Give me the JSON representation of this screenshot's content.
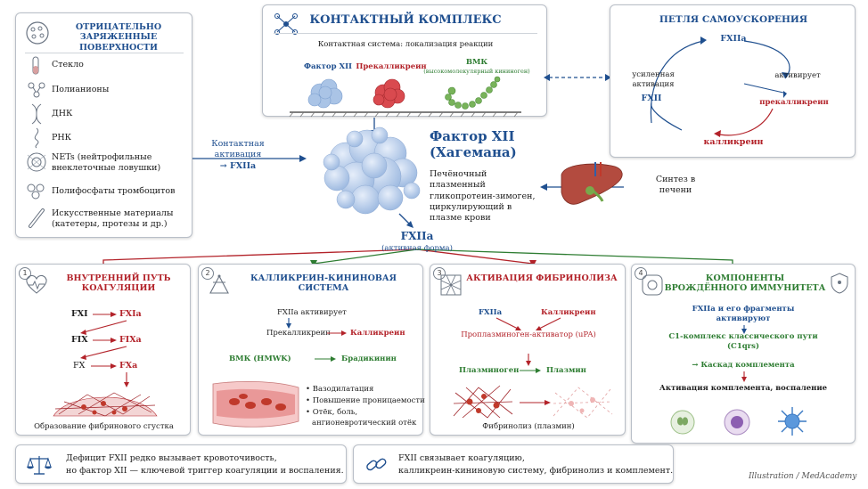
{
  "surfaces": {
    "title": "ОТРИЦАТЕЛЬНО ЗАРЯЖЕННЫЕ ПОВЕРХНОСТИ",
    "items": [
      {
        "label": "Стекло",
        "icon": "test-tube-icon"
      },
      {
        "label": "Полианионы",
        "icon": "molecule-icon"
      },
      {
        "label": "ДНК",
        "icon": "dna-icon"
      },
      {
        "label": "РНК",
        "icon": "rna-icon"
      },
      {
        "label": "NETs (нейтрофильные внеклеточные ловушки)",
        "icon": "net-cell-icon"
      },
      {
        "label": "Полифосфаты тромбоцитов",
        "icon": "platelet-icon"
      },
      {
        "label": "Искусственные материалы (катетеры, протезы и др.)",
        "icon": "catheter-icon"
      }
    ]
  },
  "contact_complex": {
    "title": "КОНТАКТНЫЙ КОМПЛЕКС",
    "subtitle": "Контактная система: локализация реакции",
    "proteins": [
      {
        "label": "Фактор XII",
        "color": "#1f4f8f"
      },
      {
        "label": "Прекалликреин",
        "color": "#b3232a"
      },
      {
        "label": "ВМК",
        "sub": "(высокомолекулярный кининоген)",
        "color": "#2e7d32"
      }
    ]
  },
  "loop": {
    "title": "ПЕТЛЯ САМОУСКОРЕНИЯ",
    "top": "FXIIa",
    "right_label": "активирует",
    "right": "прекалликреин",
    "bottom": "калликреин",
    "left_label": "усиленная активация",
    "left": "FXII"
  },
  "center": {
    "activation": "Контактная активация",
    "activation_arrow": "→ FXIIa",
    "title": "Фактор XII (Хагемана)",
    "description": "Печёночный плазменный гликопротеин-зимоген, циркулирующий в плазме крови",
    "synthesis": "Синтез в печени",
    "active": "FXIIa",
    "active_sub": "(активная форма)"
  },
  "panels": {
    "p1": {
      "num": "1",
      "title": "ВНУТРЕННИЙ ПУТЬ КОАГУЛЯЦИИ",
      "steps": [
        [
          "FXI",
          "FXIa"
        ],
        [
          "FIX",
          "FIXa"
        ],
        [
          "FX",
          "FXa"
        ]
      ],
      "caption": "Образование фибринового сгустка"
    },
    "p2": {
      "num": "2",
      "title": "КАЛЛИКРЕИН-КИНИНОВАЯ СИСТЕМА",
      "line1": "FXIIa активирует",
      "line2a": "Прекалликреин",
      "line2b": "Калликреин",
      "line3a": "ВМК (HMWK)",
      "line3b": "Брадикинин",
      "effects": [
        "Вазодилатация",
        "Повышение проницаемости",
        "Отёк, боль,",
        "ангионевротический отёк"
      ]
    },
    "p3": {
      "num": "3",
      "title": "АКТИВАЦИЯ ФИБРИНОЛИЗА",
      "src1": "FXIIa",
      "src2": "Калликреин",
      "upa": "Проплазминоген-активатор (uPA)",
      "plg": "Плазминоген",
      "plm": "Плазмин",
      "caption": "Фибринолиз (плазмин)"
    },
    "p4": {
      "num": "4",
      "title": "КОМПОНЕНТЫ ВРОЖДЁННОГО ИММУНИТЕТА",
      "line1": "FXIIa и его фрагменты активируют",
      "line2": "C1-комплекс классического пути (C1qrs)",
      "line3": "→ Каскад комплемента",
      "line4": "Активация комплемента, воспаление"
    }
  },
  "footer": {
    "left": "Дефицит FXII редко вызывает кровоточивость, но фактор XII — ключевой триггер коагуляции и воспаления.",
    "left_l1": "Дефицит FXII редко вызывает кровоточивость,",
    "left_l2": "но фактор XII — ключевой триггер коагуляции и воспаления.",
    "right_l1": "FXII связывает коагуляцию,",
    "right_l2": "калликреин-кининовую систему, фибринолиз и комплемент.",
    "credit": "Illustration / MedAcademy"
  }
}
